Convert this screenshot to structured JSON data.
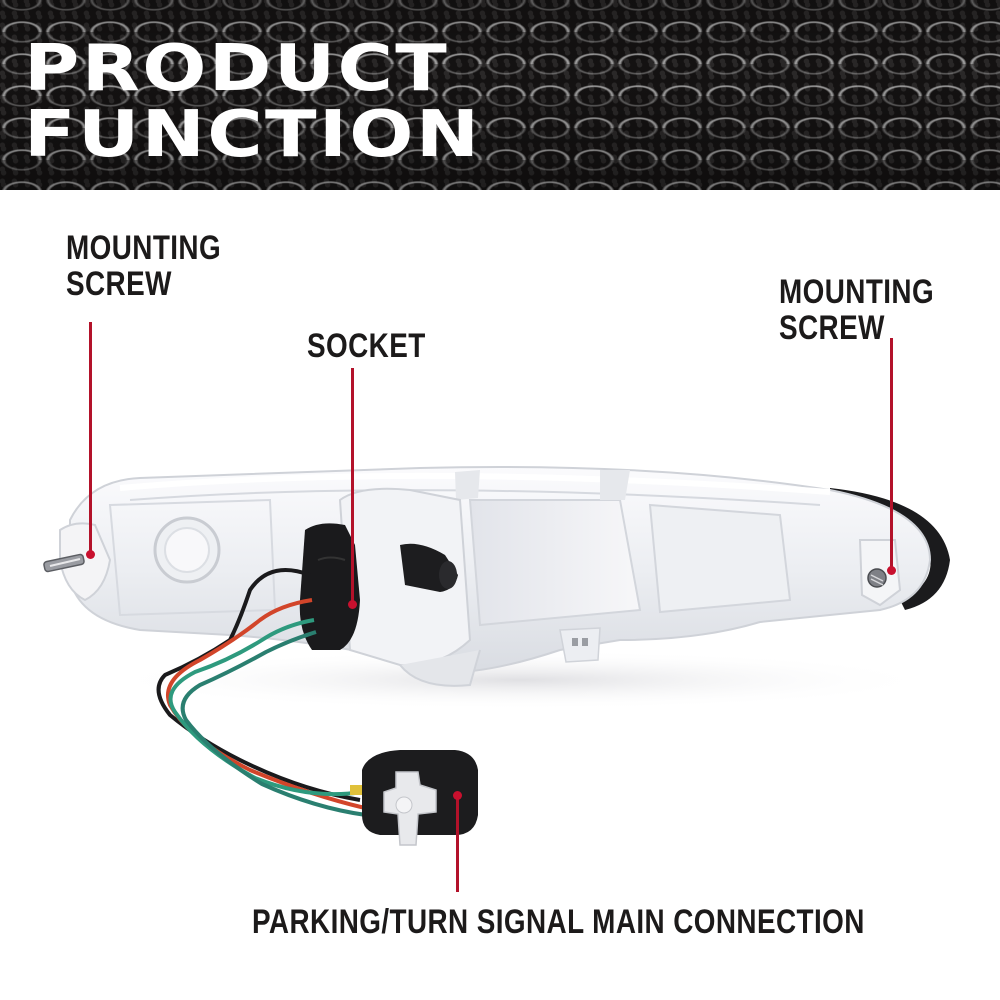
{
  "banner": {
    "title_line1": "PRODUCT",
    "title_line2": "FUNCTION"
  },
  "callouts": {
    "left_mounting_screw": {
      "line1": "MOUNTING",
      "line2": "SCREW"
    },
    "socket": {
      "label": "SOCKET"
    },
    "right_mounting_screw": {
      "line1": "MOUNTING",
      "line2": "SCREW"
    },
    "main_connection": {
      "label": "PARKING/TURN SIGNAL MAIN CONNECTION"
    }
  },
  "colors": {
    "callout_line": "#b3122a",
    "label_text": "#1c1a1a",
    "banner_text": "#ffffff",
    "wire_colors": [
      "#1a1a1a",
      "#d2452a",
      "#2e9a7e",
      "#2a7f70"
    ]
  }
}
